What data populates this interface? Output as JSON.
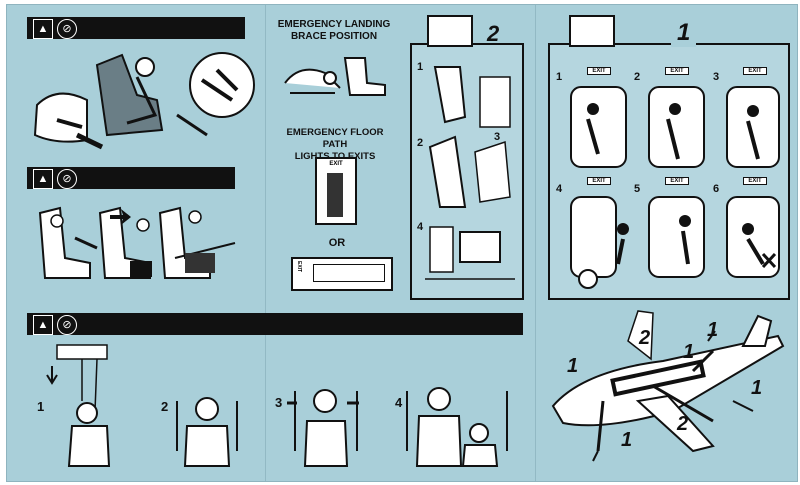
{
  "colors": {
    "card": "#a9cfd9",
    "ink": "#111111",
    "panel": "#b5d6df"
  },
  "icons": {
    "bar1": [
      "seat-belt-sign-icon",
      "no-smoking-icon"
    ],
    "bar2": [
      "seat-belt-sign-icon",
      "no-smoking-icon"
    ],
    "bar3": [
      "seat-belt-sign-icon",
      "no-smoking-icon"
    ]
  },
  "brace": {
    "title_line1": "EMERGENCY LANDING",
    "title_line2": "BRACE POSITION"
  },
  "floor_path": {
    "title_line1": "EMERGENCY FLOOR PATH",
    "title_line2": "LIGHTS TO EXITS",
    "exit_sign": "EXIT",
    "or_label": "OR",
    "exit_sign_vertical": "EXIT"
  },
  "overwing": {
    "panel_number": "2",
    "steps": [
      "1",
      "2",
      "3",
      "4"
    ]
  },
  "door": {
    "panel_number": "1",
    "steps": [
      "1",
      "2",
      "3",
      "4",
      "5",
      "6"
    ],
    "exit_sign": "EXIT"
  },
  "oxygen": {
    "steps": [
      "1",
      "2",
      "3",
      "4"
    ]
  },
  "evac": {
    "labels": [
      "1",
      "2",
      "1",
      "1",
      "1",
      "2",
      "1"
    ]
  }
}
